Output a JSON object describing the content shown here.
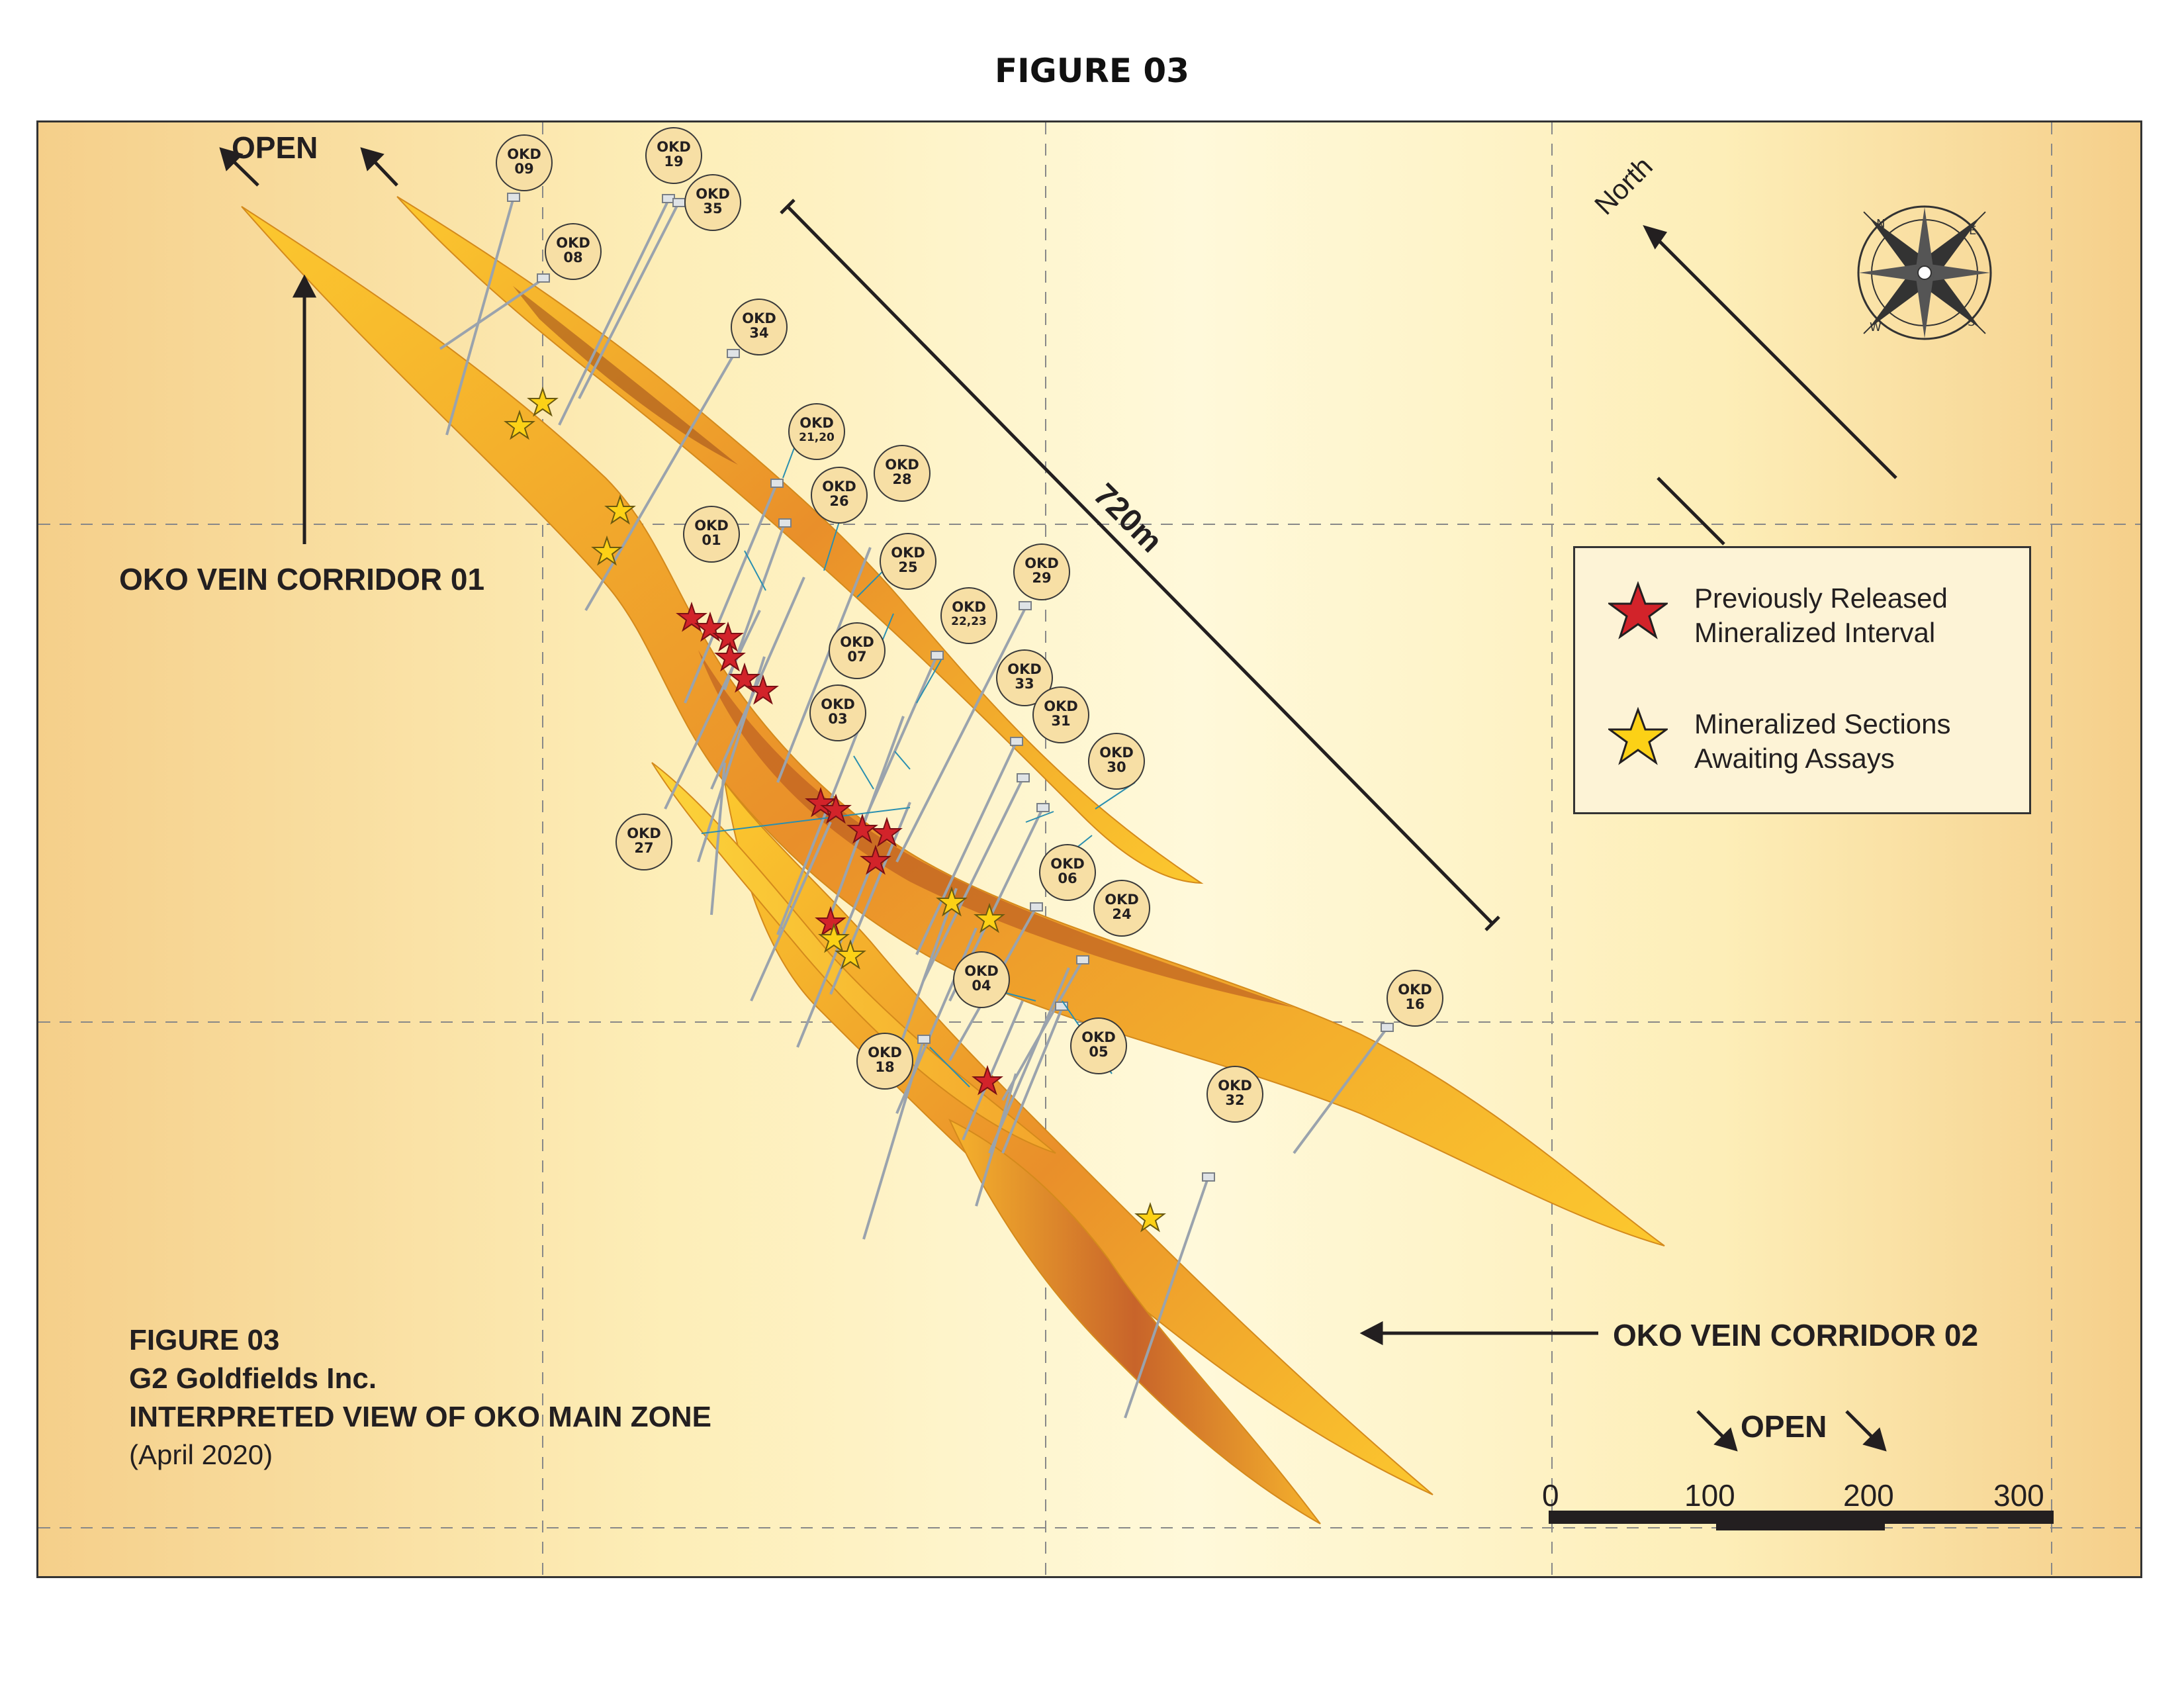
{
  "figure_title": "FIGURE 03",
  "caption": {
    "figure": "FIGURE 03",
    "company": "G2 Goldfields Inc.",
    "title": "INTERPRETED VIEW OF OKO MAIN ZONE",
    "date": "(April 2020)"
  },
  "labels": {
    "vein_corridor_01": "OKO VEIN CORRIDOR 01",
    "vein_corridor_02": "OKO VEIN CORRIDOR 02",
    "open_nw": "OPEN",
    "open_se": "OPEN",
    "north": "North",
    "distance": "720m"
  },
  "legend": {
    "items": [
      {
        "text_line1": "Previously Released",
        "text_line2": "Mineralized Interval",
        "icon": "red-star-icon",
        "color": "#d2232a"
      },
      {
        "text_line1": "Mineralized Sections",
        "text_line2": "Awaiting Assays",
        "icon": "yellow-star-icon",
        "color": "#fcd116"
      }
    ]
  },
  "scale_bar": {
    "ticks": [
      "0",
      "100",
      "200",
      "300"
    ]
  },
  "compass_letters": [
    "N",
    "E",
    "S",
    "W"
  ],
  "drill_holes": [
    {
      "line1": "OKD",
      "line2": "09"
    },
    {
      "line1": "OKD",
      "line2": "19"
    },
    {
      "line1": "OKD",
      "line2": "35"
    },
    {
      "line1": "OKD",
      "line2": "08"
    },
    {
      "line1": "OKD",
      "line2": "34"
    },
    {
      "line1": "OKD",
      "line2": "21,20"
    },
    {
      "line1": "OKD",
      "line2": "28"
    },
    {
      "line1": "OKD",
      "line2": "26"
    },
    {
      "line1": "OKD",
      "line2": "01"
    },
    {
      "line1": "OKD",
      "line2": "25"
    },
    {
      "line1": "OKD",
      "line2": "29"
    },
    {
      "line1": "OKD",
      "line2": "22,23"
    },
    {
      "line1": "OKD",
      "line2": "07"
    },
    {
      "line1": "OKD",
      "line2": "33"
    },
    {
      "line1": "OKD",
      "line2": "03"
    },
    {
      "line1": "OKD",
      "line2": "31"
    },
    {
      "line1": "OKD",
      "line2": "30"
    },
    {
      "line1": "OKD",
      "line2": "27"
    },
    {
      "line1": "OKD",
      "line2": "06"
    },
    {
      "line1": "OKD",
      "line2": "24"
    },
    {
      "line1": "OKD",
      "line2": "04"
    },
    {
      "line1": "OKD",
      "line2": "16"
    },
    {
      "line1": "OKD",
      "line2": "05"
    },
    {
      "line1": "OKD",
      "line2": "18"
    },
    {
      "line1": "OKD",
      "line2": "32"
    }
  ],
  "colors": {
    "map_edge": "#f5cf8a",
    "map_center": "#fff8d6",
    "vein_light": "#fcc82e",
    "vein_dark": "#c8642a",
    "label_fill": "#f7dfa5",
    "red_star": "#d2232a",
    "yellow_star": "#fcd116"
  }
}
